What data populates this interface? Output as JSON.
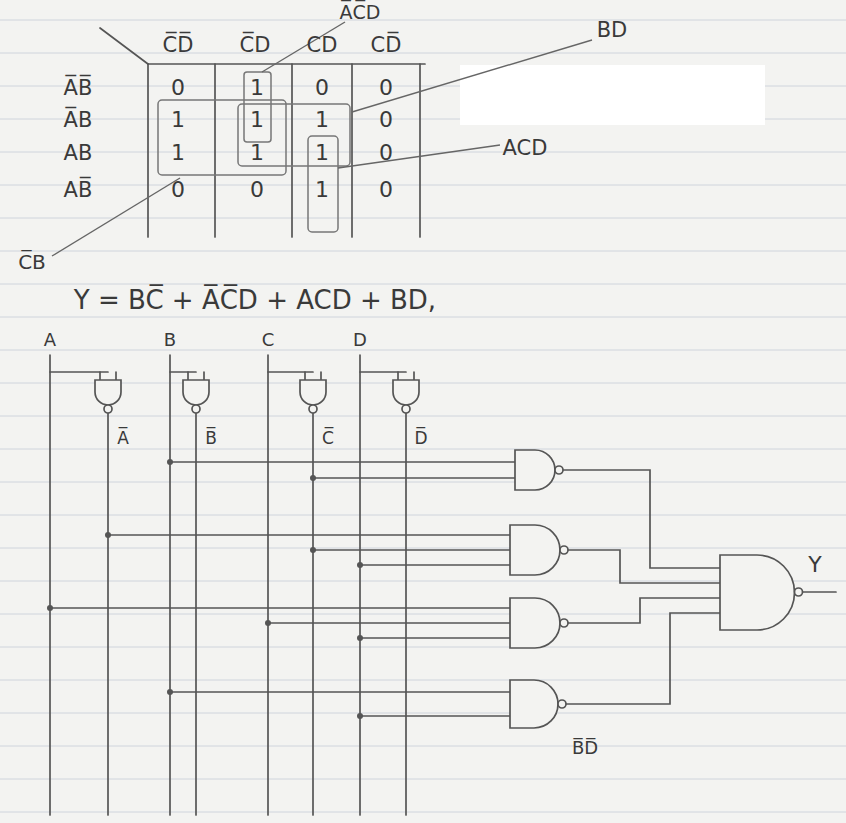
{
  "diagram": {
    "labels": [
      "A̅C̅D",
      "C̅D̅",
      "C̅D",
      "CD",
      "CD̅",
      "BD",
      "A̅B̅",
      "0",
      "1",
      "0",
      "0",
      "A̅B",
      "1",
      "1",
      "1",
      "0",
      "ACD",
      "AB",
      "1",
      "1",
      "1",
      "0",
      "AB̅",
      "0",
      "0",
      "1",
      "0",
      "C̅B",
      "Y = BC̅ + A̅C̅D + ACD + BD,",
      "A",
      "B",
      "C",
      "D",
      "A̅",
      "B̅",
      "C̅",
      "D̅",
      "Y",
      "B̅D̅"
    ]
  }
}
